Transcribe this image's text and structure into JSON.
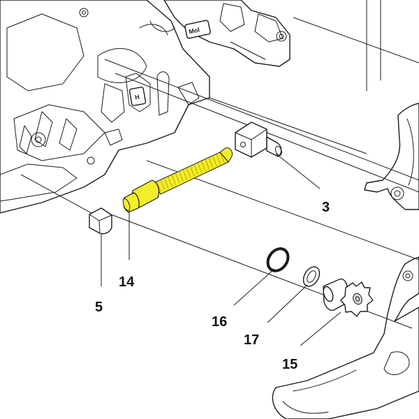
{
  "colors": {
    "highlight": "#f2ee2a",
    "highlight_dark": "#c9b400",
    "line": "#1a1a1a",
    "background": "#ffffff"
  },
  "diagram": {
    "embossed_marks": [
      "Mol",
      "H"
    ],
    "callouts": [
      {
        "id": "3",
        "label": "3"
      },
      {
        "id": "5",
        "label": "5"
      },
      {
        "id": "14",
        "label": "14"
      },
      {
        "id": "15",
        "label": "15"
      },
      {
        "id": "16",
        "label": "16"
      },
      {
        "id": "17",
        "label": "17"
      }
    ]
  }
}
